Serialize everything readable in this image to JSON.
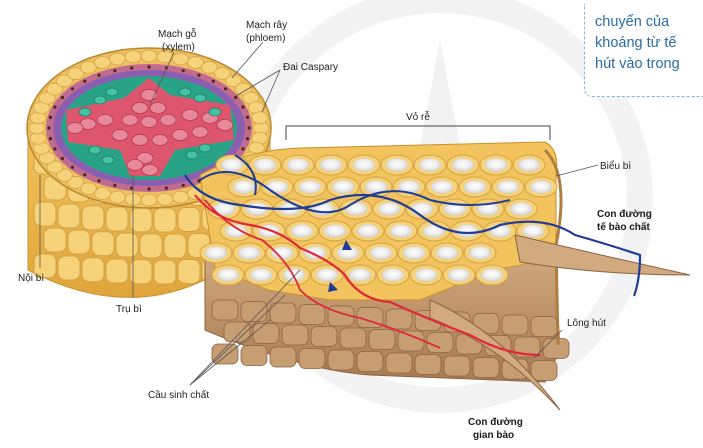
{
  "labels": {
    "xylem_line1": "Mạch gỗ",
    "xylem_line2": "(xylem)",
    "phloem_line1": "Mạch rây",
    "phloem_line2": "(phloem)",
    "casparian": "Đai Caspary",
    "cortex": "Vỏ rễ",
    "epidermis": "Biểu bì",
    "symplast_line1": "Con đường",
    "symplast_line2": "tế bào chất",
    "endodermis": "Nội bì",
    "pericycle": "Trụ bì",
    "root_hair": "Lông hút",
    "plasmodesmata": "Cầu sinh chất",
    "apoplast_line1": "Con đường",
    "apoplast_line2": "gian bào"
  },
  "text_box": {
    "line1": "chuyển  của",
    "line2": "khoáng từ tế",
    "line3": "hút vào trong"
  },
  "colors": {
    "cell_fill": "#f6d27a",
    "cell_edge": "#d3a243",
    "cell_inner": "#f0f0f0",
    "brown": "#b6875b",
    "xylem": "#d9546a",
    "phloem": "#2aa586",
    "purple": "#8a5fb2",
    "symplast_path": "#1f3c96",
    "apoplast_path": "#e0283a"
  }
}
